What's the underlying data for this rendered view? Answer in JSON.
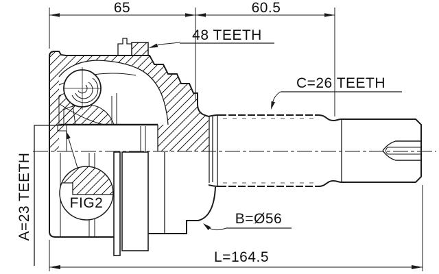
{
  "drawing": {
    "background_color": "#ffffff",
    "line_color": "#1a1a1a",
    "dimensions": {
      "housing_width": "65",
      "shaft_length": "60.5",
      "overall_length": "L=164.5"
    },
    "callouts": {
      "abs_ring": "48 TEETH",
      "outer_spline": "C=26 TEETH",
      "inner_spline": "A=23 TEETH",
      "body_diameter": "B=Ø56",
      "detail": "FIG2"
    }
  }
}
